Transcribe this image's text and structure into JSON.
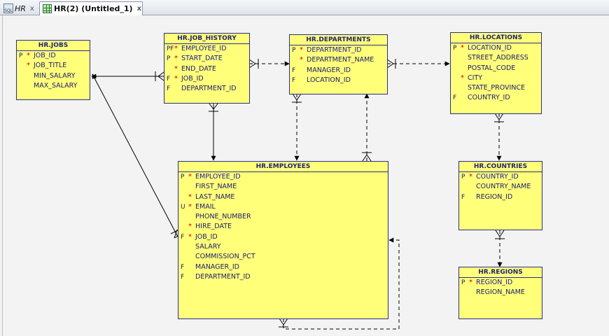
{
  "tabs": [
    {
      "label": "HR",
      "icon": "sql-worksheet-icon",
      "close": "x"
    },
    {
      "label": "HR(2) (Untitled_1)",
      "icon": "data-model-icon",
      "close": "x"
    }
  ],
  "colors": {
    "entity_fill": "#ffff7a",
    "entity_border": "#2a2f8a",
    "mandatory_marker": "#cc0000",
    "canvas": "#f3f3f3"
  },
  "entities": {
    "jobs": {
      "title": "HR.JOBS",
      "columns": [
        {
          "key": "P",
          "mand": "*",
          "name": "JOB_ID"
        },
        {
          "key": "",
          "mand": "*",
          "name": "JOB_TITLE"
        },
        {
          "key": "",
          "mand": "",
          "name": "MIN_SALARY"
        },
        {
          "key": "",
          "mand": "",
          "name": "MAX_SALARY"
        }
      ]
    },
    "job_history": {
      "title": "HR.JOB_HISTORY",
      "columns": [
        {
          "key": "PF",
          "mand": "*",
          "name": "EMPLOYEE_ID"
        },
        {
          "key": "P",
          "mand": "*",
          "name": "START_DATE"
        },
        {
          "key": "",
          "mand": "*",
          "name": "END_DATE"
        },
        {
          "key": "F",
          "mand": "*",
          "name": "JOB_ID"
        },
        {
          "key": "F",
          "mand": "",
          "name": "DEPARTMENT_ID"
        }
      ]
    },
    "departments": {
      "title": "HR.DEPARTMENTS",
      "columns": [
        {
          "key": "P",
          "mand": "*",
          "name": "DEPARTMENT_ID"
        },
        {
          "key": "",
          "mand": "*",
          "name": "DEPARTMENT_NAME"
        },
        {
          "key": "F",
          "mand": "",
          "name": "MANAGER_ID"
        },
        {
          "key": "F",
          "mand": "",
          "name": "LOCATION_ID"
        }
      ]
    },
    "locations": {
      "title": "HR.LOCATIONS",
      "columns": [
        {
          "key": "P",
          "mand": "*",
          "name": "LOCATION_ID"
        },
        {
          "key": "",
          "mand": "",
          "name": "STREET_ADDRESS"
        },
        {
          "key": "",
          "mand": "",
          "name": "POSTAL_CODE"
        },
        {
          "key": "",
          "mand": "*",
          "name": "CITY"
        },
        {
          "key": "",
          "mand": "",
          "name": "STATE_PROVINCE"
        },
        {
          "key": "F",
          "mand": "",
          "name": "COUNTRY_ID"
        }
      ]
    },
    "employees": {
      "title": "HR.EMPLOYEES",
      "columns": [
        {
          "key": "P",
          "mand": "*",
          "name": "EMPLOYEE_ID"
        },
        {
          "key": "",
          "mand": "",
          "name": "FIRST_NAME"
        },
        {
          "key": "",
          "mand": "*",
          "name": "LAST_NAME"
        },
        {
          "key": "U",
          "mand": "*",
          "name": "EMAIL"
        },
        {
          "key": "",
          "mand": "",
          "name": "PHONE_NUMBER"
        },
        {
          "key": "",
          "mand": "*",
          "name": "HIRE_DATE"
        },
        {
          "key": "F",
          "mand": "*",
          "name": "JOB_ID"
        },
        {
          "key": "",
          "mand": "",
          "name": "SALARY"
        },
        {
          "key": "",
          "mand": "",
          "name": "COMMISSION_PCT"
        },
        {
          "key": "F",
          "mand": "",
          "name": "MANAGER_ID"
        },
        {
          "key": "F",
          "mand": "",
          "name": "DEPARTMENT_ID"
        }
      ]
    },
    "countries": {
      "title": "HR.COUNTRIES",
      "columns": [
        {
          "key": "P",
          "mand": "*",
          "name": "COUNTRY_ID"
        },
        {
          "key": "",
          "mand": "",
          "name": "COUNTRY_NAME"
        },
        {
          "key": "F",
          "mand": "",
          "name": "REGION_ID"
        }
      ]
    },
    "regions": {
      "title": "HR.REGIONS",
      "columns": [
        {
          "key": "P",
          "mand": "*",
          "name": "REGION_ID"
        },
        {
          "key": "",
          "mand": "",
          "name": "REGION_NAME"
        }
      ]
    }
  }
}
